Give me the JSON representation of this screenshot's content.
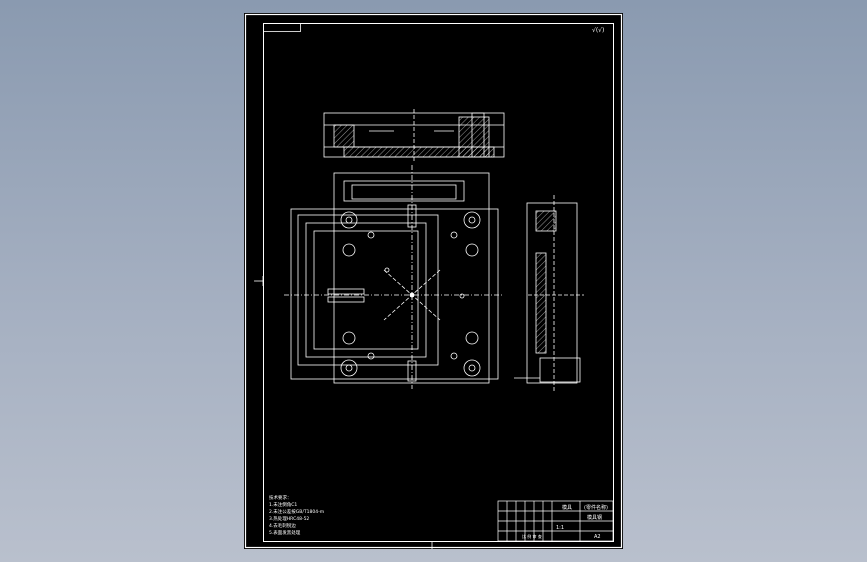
{
  "drawing": {
    "corner_mark": "√(√)",
    "title_block": {
      "part_name": "(零件名称)",
      "material": "模具钢",
      "scale": "1:1",
      "sheet": "A2",
      "company": "比 例 审 查",
      "note_cell": "模具"
    },
    "tech_notes": [
      "技术要求：",
      "1.未注倒角C1",
      "2.未注公差按GB/T1804-m",
      "3.热处理HRC48-52",
      "4.去毛刺锐边",
      "5.表面发黑处理"
    ]
  }
}
